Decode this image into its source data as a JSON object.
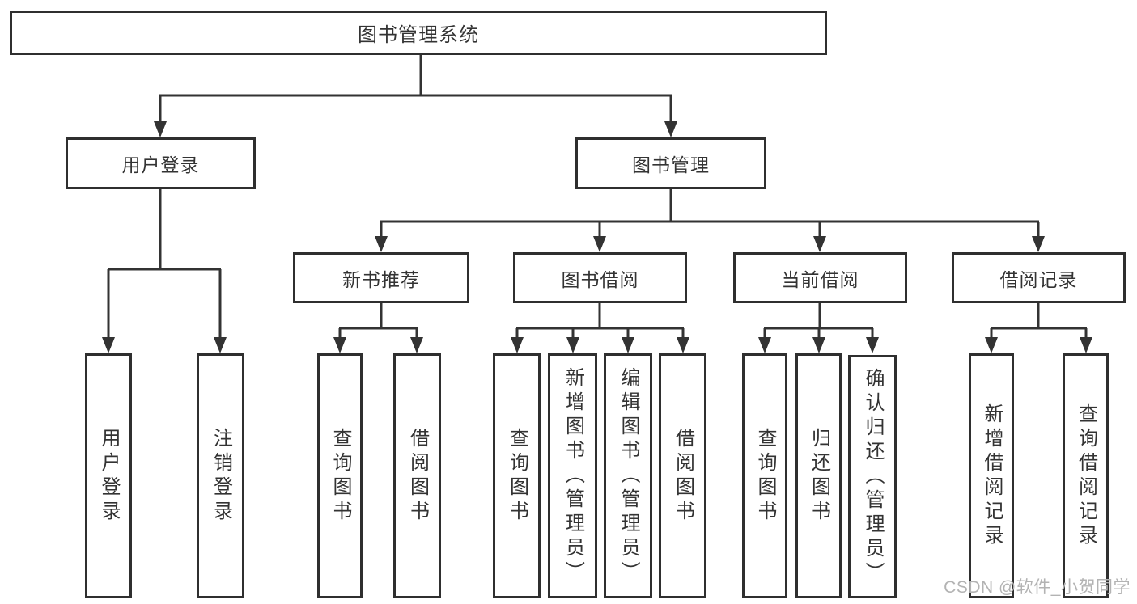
{
  "diagram_title": "图书管理系统",
  "colors": {
    "line": "#333333",
    "box_border": "#2f2f2f",
    "text": "#333333",
    "watermark": "#b3b3b3",
    "background": "#ffffff"
  },
  "tree": {
    "root": {
      "label": "图书管理系统"
    },
    "branches": [
      {
        "label": "用户登录",
        "children": [
          {
            "label": "用户登录"
          },
          {
            "label": "注销登录"
          }
        ]
      },
      {
        "label": "图书管理",
        "children": [
          {
            "label": "新书推荐",
            "children": [
              {
                "label": "查询图书"
              },
              {
                "label": "借阅图书"
              }
            ]
          },
          {
            "label": "图书借阅",
            "children": [
              {
                "label": "查询图书"
              },
              {
                "label": "新增图书（管理员）"
              },
              {
                "label": "编辑图书（管理员）"
              },
              {
                "label": "借阅图书"
              }
            ]
          },
          {
            "label": "当前借阅",
            "children": [
              {
                "label": "查询图书"
              },
              {
                "label": "归还图书"
              },
              {
                "label": "确认归还（管理员）"
              }
            ]
          },
          {
            "label": "借阅记录",
            "children": [
              {
                "label": "新增借阅记录"
              },
              {
                "label": "查询借阅记录"
              }
            ]
          }
        ]
      }
    ]
  },
  "watermark": "CSDN @软件_小贺同学"
}
